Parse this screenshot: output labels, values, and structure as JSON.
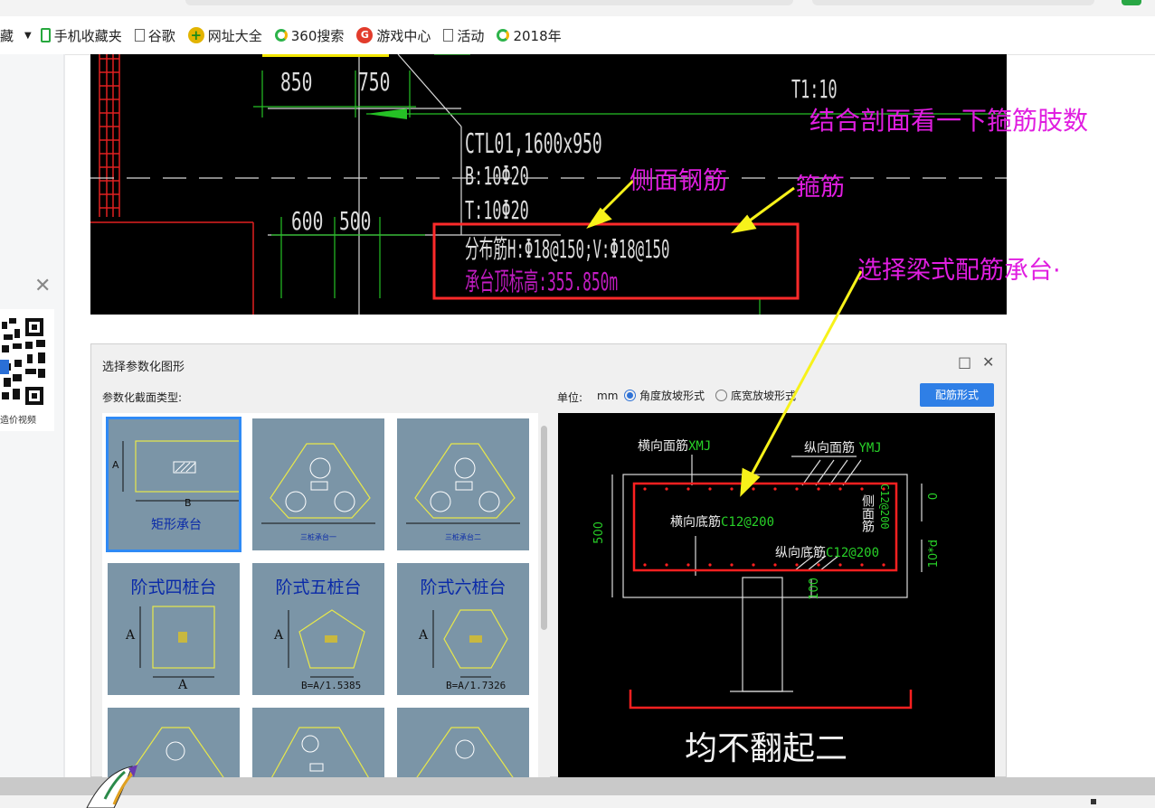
{
  "bookmarks": {
    "partial_label": "藏",
    "items": [
      {
        "label": "手机收藏夹",
        "icon": "phone-icon"
      },
      {
        "label": "谷歌",
        "icon": "page-icon"
      },
      {
        "label": "网址大全",
        "icon": "plus-globe-icon"
      },
      {
        "label": "360搜索",
        "icon": "ring-icon"
      },
      {
        "label": "游戏中心",
        "icon": "game-icon"
      },
      {
        "label": "活动",
        "icon": "page-icon"
      },
      {
        "label": "2018年",
        "icon": "ring-icon"
      }
    ]
  },
  "left_panel": {
    "qr_caption": "造价视频"
  },
  "cad": {
    "dim_850": "850",
    "dim_750": "750",
    "dim_600": "600",
    "dim_500": "500",
    "scale_label": "T1:10",
    "beam_name": "CTL01,1600x950",
    "bottom_bar": "B:10Φ20",
    "top_bar": "T:10Φ20",
    "dist_bar": "分布筋H:Φ18@150;V:Φ18@150",
    "elevation": "承台顶标高:355.850m"
  },
  "annotations": {
    "side_rebar": "侧面钢筋",
    "stirrup": "箍筋",
    "check_section": "结合剖面看一下箍筋肢数",
    "choose_beam": "选择梁式配筋承台·"
  },
  "dialog": {
    "title": "选择参数化图形",
    "section_type_label": "参数化截面类型:",
    "unit_label": "单位:",
    "unit_value": "mm",
    "radio_angle": "角度放坡形式",
    "radio_width": "底宽放坡形式",
    "config_button": "配筋形式",
    "thumbs": [
      {
        "label": "矩形承台",
        "dims": [
          "A",
          "B"
        ]
      },
      {
        "label": "三桩承台一",
        "dims": []
      },
      {
        "label": "三桩承台二",
        "dims": []
      },
      {
        "label": "阶式四桩台",
        "dims": [
          "A",
          "A"
        ]
      },
      {
        "label": "阶式五桩台",
        "dims": [
          "A",
          "B=A/1.5385"
        ]
      },
      {
        "label": "阶式六桩台",
        "dims": [
          "A",
          "B=A/1.7326"
        ]
      }
    ],
    "preview": {
      "horiz_top": "横向面筋",
      "horiz_top_code": "XMJ",
      "vert_top": "纵向面筋",
      "vert_top_code": "YMJ",
      "horiz_bottom": "横向底筋",
      "horiz_bottom_code": "C12@200",
      "vert_bottom": "纵向底筋",
      "vert_bottom_code": "C12@200",
      "side": "侧面筋",
      "side_code": "C12@200",
      "dim_500": "500",
      "dim_0": "0",
      "dim_10d": "10*d",
      "dim_100": "100",
      "caption": "均不翻起二"
    }
  },
  "colors": {
    "magenta": "#e01ee0",
    "yellow": "#f7f21a",
    "red_box": "#ff2a2a",
    "thumb_bg": "#7b95a7",
    "thumb_text": "#0a2aa8",
    "select_blue": "#2f8af5"
  }
}
